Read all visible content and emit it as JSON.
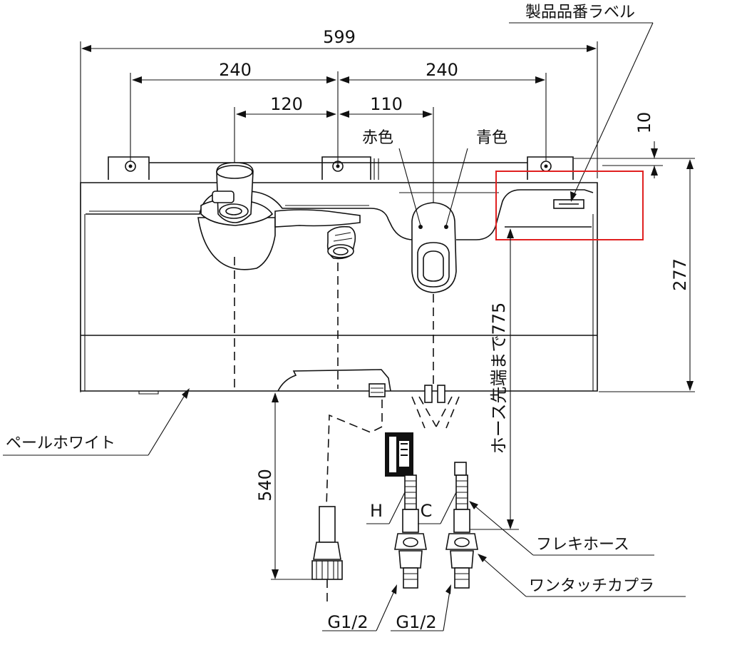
{
  "dimensions": {
    "overall_width": "599",
    "left_span": "240",
    "right_span": "240",
    "spout_offset": "120",
    "lever_offset": "110",
    "top_step": "10",
    "body_height": "277",
    "hose_height": "540",
    "hose_to_tip": "ホース先端まで775"
  },
  "labels": {
    "product_label": "製品品番ラベル",
    "red_mark": "赤色",
    "blue_mark": "青色",
    "color": "ペールホワイト",
    "hot": "H",
    "cold": "C",
    "flexible_hose": "フレキホース",
    "coupler": "ワンタッチカプラ",
    "thread_left": "G1/2",
    "thread_right": "G1/2"
  },
  "colors": {
    "line": "#111111",
    "highlight": "#e02020",
    "background": "#ffffff"
  }
}
